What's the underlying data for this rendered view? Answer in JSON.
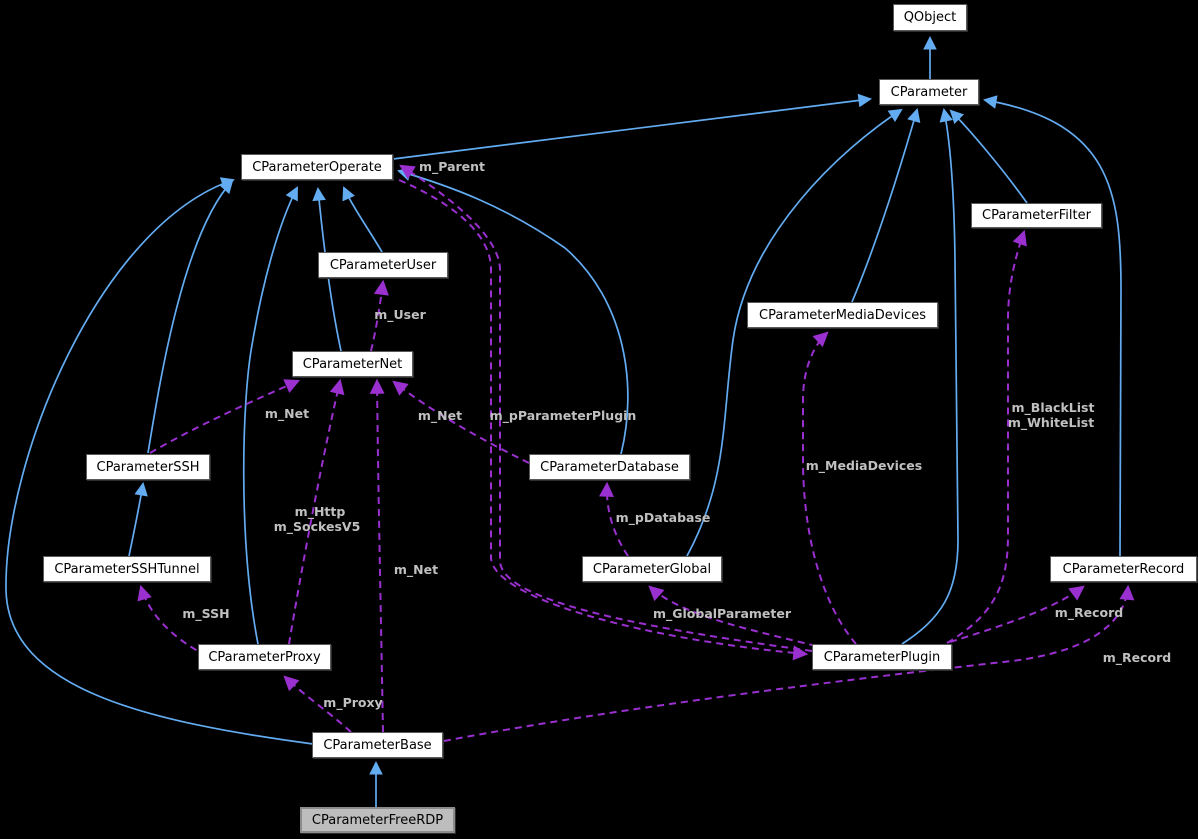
{
  "diagram": {
    "type": "class-collaboration-graph",
    "current_class": "CParameterFreeRDP",
    "colors": {
      "background": "#000000",
      "inheritance_edge": "#63acf2",
      "usage_edge": "#9a30d0",
      "edge_label": "#c0c0c0",
      "node_fill": "#ffffff",
      "node_border": "#595959",
      "highlight_node_fill": "#bdbdbd"
    },
    "nodes": [
      {
        "id": "qobject",
        "label": "QObject"
      },
      {
        "id": "parameter",
        "label": "CParameter"
      },
      {
        "id": "operate",
        "label": "CParameterOperate"
      },
      {
        "id": "filter",
        "label": "CParameterFilter"
      },
      {
        "id": "user",
        "label": "CParameterUser"
      },
      {
        "id": "mediadevices",
        "label": "CParameterMediaDevices"
      },
      {
        "id": "net",
        "label": "CParameterNet"
      },
      {
        "id": "ssh",
        "label": "CParameterSSH"
      },
      {
        "id": "database",
        "label": "CParameterDatabase"
      },
      {
        "id": "sshtunnel",
        "label": "CParameterSSHTunnel"
      },
      {
        "id": "global",
        "label": "CParameterGlobal"
      },
      {
        "id": "record",
        "label": "CParameterRecord"
      },
      {
        "id": "proxy",
        "label": "CParameterProxy"
      },
      {
        "id": "plugin",
        "label": "CParameterPlugin"
      },
      {
        "id": "base",
        "label": "CParameterBase"
      },
      {
        "id": "freerdp",
        "label": "CParameterFreeRDP",
        "highlighted": true
      }
    ],
    "inheritance_edges": [
      {
        "from": "CParameter",
        "to": "QObject"
      },
      {
        "from": "CParameterOperate",
        "to": "CParameter"
      },
      {
        "from": "CParameterUser",
        "to": "CParameterOperate"
      },
      {
        "from": "CParameterNet",
        "to": "CParameterOperate"
      },
      {
        "from": "CParameterSSH",
        "to": "CParameterOperate"
      },
      {
        "from": "CParameterSSHTunnel",
        "to": "CParameterSSH"
      },
      {
        "from": "CParameterProxy",
        "to": "CParameterOperate"
      },
      {
        "from": "CParameterBase",
        "to": "CParameterOperate"
      },
      {
        "from": "CParameterFreeRDP",
        "to": "CParameterBase"
      },
      {
        "from": "CParameterDatabase",
        "to": "CParameterOperate"
      },
      {
        "from": "CParameterGlobal",
        "to": "CParameter"
      },
      {
        "from": "CParameterMediaDevices",
        "to": "CParameter"
      },
      {
        "from": "CParameterFilter",
        "to": "CParameter"
      },
      {
        "from": "CParameterPlugin",
        "to": "CParameter"
      },
      {
        "from": "CParameterRecord",
        "to": "CParameter"
      }
    ],
    "usage_edges": [
      {
        "from": "CParameterPlugin",
        "to": "CParameterOperate",
        "label": "m_Parent"
      },
      {
        "from": "CParameterOperate",
        "to": "CParameterPlugin",
        "label": "m_pParameterPlugin"
      },
      {
        "from": "CParameterNet",
        "to": "CParameterUser",
        "label": "m_User"
      },
      {
        "from": "CParameterSSH",
        "to": "CParameterNet",
        "label": "m_Net"
      },
      {
        "from": "CParameterProxy",
        "to": "CParameterNet",
        "labels": [
          "m_Http",
          "m_SockesV5"
        ]
      },
      {
        "from": "CParameterBase",
        "to": "CParameterNet",
        "label": "m_Net"
      },
      {
        "from": "CParameterDatabase",
        "to": "CParameterNet",
        "label": "m_Net"
      },
      {
        "from": "CParameterGlobal",
        "to": "CParameterDatabase",
        "label": "m_pDatabase"
      },
      {
        "from": "CParameterPlugin",
        "to": "CParameterMediaDevices",
        "label": "m_MediaDevices"
      },
      {
        "from": "CParameterPlugin",
        "to": "CParameterFilter",
        "labels": [
          "m_BlackList",
          "m_WhiteList"
        ]
      },
      {
        "from": "CParameterPlugin",
        "to": "CParameterGlobal",
        "label": "m_GlobalParameter"
      },
      {
        "from": "CParameterPlugin",
        "to": "CParameterRecord",
        "label": "m_Record"
      },
      {
        "from": "CParameterBase",
        "to": "CParameterRecord",
        "label": "m_Record"
      },
      {
        "from": "CParameterBase",
        "to": "CParameterProxy",
        "label": "m_Proxy"
      },
      {
        "from": "CParameterProxy",
        "to": "CParameterSSHTunnel",
        "label": "m_SSH"
      }
    ]
  }
}
